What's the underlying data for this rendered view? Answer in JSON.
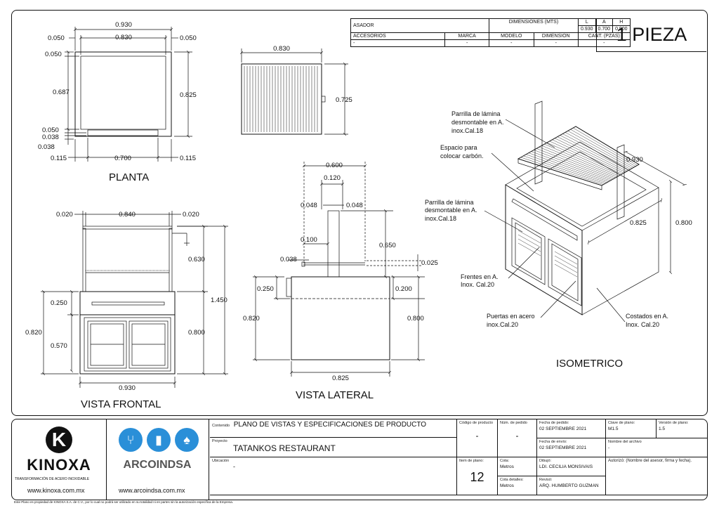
{
  "spec_table": {
    "asador": "ASADOR",
    "dimensiones": "DIMENSIONES (MTS)",
    "l": "L",
    "a": "A",
    "h": "H",
    "l_val": "0.930",
    "a_val": "0.700",
    "h_val": "0.900",
    "accesorios": "ACCESORIOS",
    "marca": "MARCA",
    "modelo": "MODELO",
    "dimension": "DIMENSION",
    "cant": "CANT. (PZAS)",
    "dash": "-"
  },
  "pieza": "1 PIEZA",
  "views": {
    "planta": "PLANTA",
    "vista_frontal": "VISTA FRONTAL",
    "vista_lateral": "VISTA LATERAL",
    "isometrico": "ISOMETRICO"
  },
  "dims": {
    "p_0930": "0.930",
    "p_0830": "0.830",
    "p_0050a": "0.050",
    "p_0050b": "0.050",
    "p_0050c": "0.050",
    "p_0687": "0.687",
    "p_0825": "0.825",
    "p_0050d": "0.050",
    "p_0038a": "0.038",
    "p_0038b": "0.038",
    "p_0700": "0.700",
    "p_0115a": "0.115",
    "p_0115b": "0.115",
    "g_0830": "0.830",
    "g_0725": "0.725",
    "f_0020a": "0.020",
    "f_0840": "0.840",
    "f_0020b": "0.020",
    "f_0630": "0.630",
    "f_1450": "1.450",
    "f_0250": "0.250",
    "f_0820": "0.820",
    "f_0800": "0.800",
    "f_0570": "0.570",
    "f_0930": "0.930",
    "l_0600": "0.600",
    "l_0120": "0.120",
    "l_0048a": "0.048",
    "l_0048b": "0.048",
    "l_0100": "0.100",
    "l_0650": "0.650",
    "l_0038": "0.038",
    "l_0025": "0.025",
    "l_0250": "0.250",
    "l_0200": "0.200",
    "l_0820": "0.820",
    "l_0800": "0.800",
    "l_0825": "0.825",
    "i_0930": "0.930",
    "i_0825": "0.825",
    "i_0800": "0.800"
  },
  "annotations": {
    "parrilla1": [
      "Parrilla de lámina",
      "desmontable en A.",
      "inox.Cal.18"
    ],
    "espacio": [
      "Espacio para",
      "colocar carbón."
    ],
    "parrilla2": [
      "Parrilla de lámina",
      "desmontable en A.",
      "inox.Cal.18"
    ],
    "frentes": [
      "Frentes en A.",
      "Inox. Cal.20"
    ],
    "puertas": [
      "Puertas en acero",
      "inox.Cal.20"
    ],
    "costados": [
      "Costados en A.",
      "Inox. Cal.20"
    ]
  },
  "title_block": {
    "kinoxa": "KINOXA",
    "kinoxa_tag": "TRANSFORMACIÓN DE ACERO INOXIDABLE",
    "kinoxa_web": "www.kinoxa.com.mx",
    "arcoindsa": "ARCOINDSA",
    "arcoindsa_web": "www.arcoindsa.com.mx",
    "contenido_lbl": "Contenido",
    "contenido": "PLANO DE VISTAS Y ESPECIFICACIONES DE PRODUCTO",
    "proyecto_lbl": "Proyecto",
    "proyecto": "TATANKOS RESTAURANT",
    "ubicacion_lbl": "Ubicación",
    "ubicacion": "-",
    "codigo_lbl": "Código de producto",
    "codigo": "-",
    "pedido_lbl": "Núm. de pedido",
    "pedido": "-",
    "item_lbl": "Item de plano:",
    "item": "12",
    "cota_lbl": "Cota:",
    "cota": "Metros",
    "cota_det_lbl": "Cota detalles:",
    "cota_det": "Metros",
    "fecha_ped_lbl": "Fecha de pedido:",
    "fecha_ped": "02 SEPTIEMBRE 2021",
    "fecha_env_lbl": "Fecha de envío:",
    "fecha_env": "02 SEPTIEMBRE 2021",
    "dibujo_lbl": "Dibujó:",
    "dibujo": "LDI. CECILIA MONSIVAIS",
    "reviso_lbl": "Revisó:",
    "reviso": "ARQ. HUMBERTO GUZMAN",
    "clave_lbl": "Clave de plano:",
    "clave": "M1.5",
    "version_lbl": "Versión de plano:",
    "version": "1.5",
    "archivo_lbl": "Nombre del archivo",
    "archivo": "-",
    "autorizo": "Autorizó: (Nombre del asesor, firma y fecha).",
    "footer": "Este Plano es propiedad de KINOXA S.A. de C.V., por lo cual no podrá ser utilizado en su totalidad ni en partes sin la autorización específica de la Empresa."
  }
}
